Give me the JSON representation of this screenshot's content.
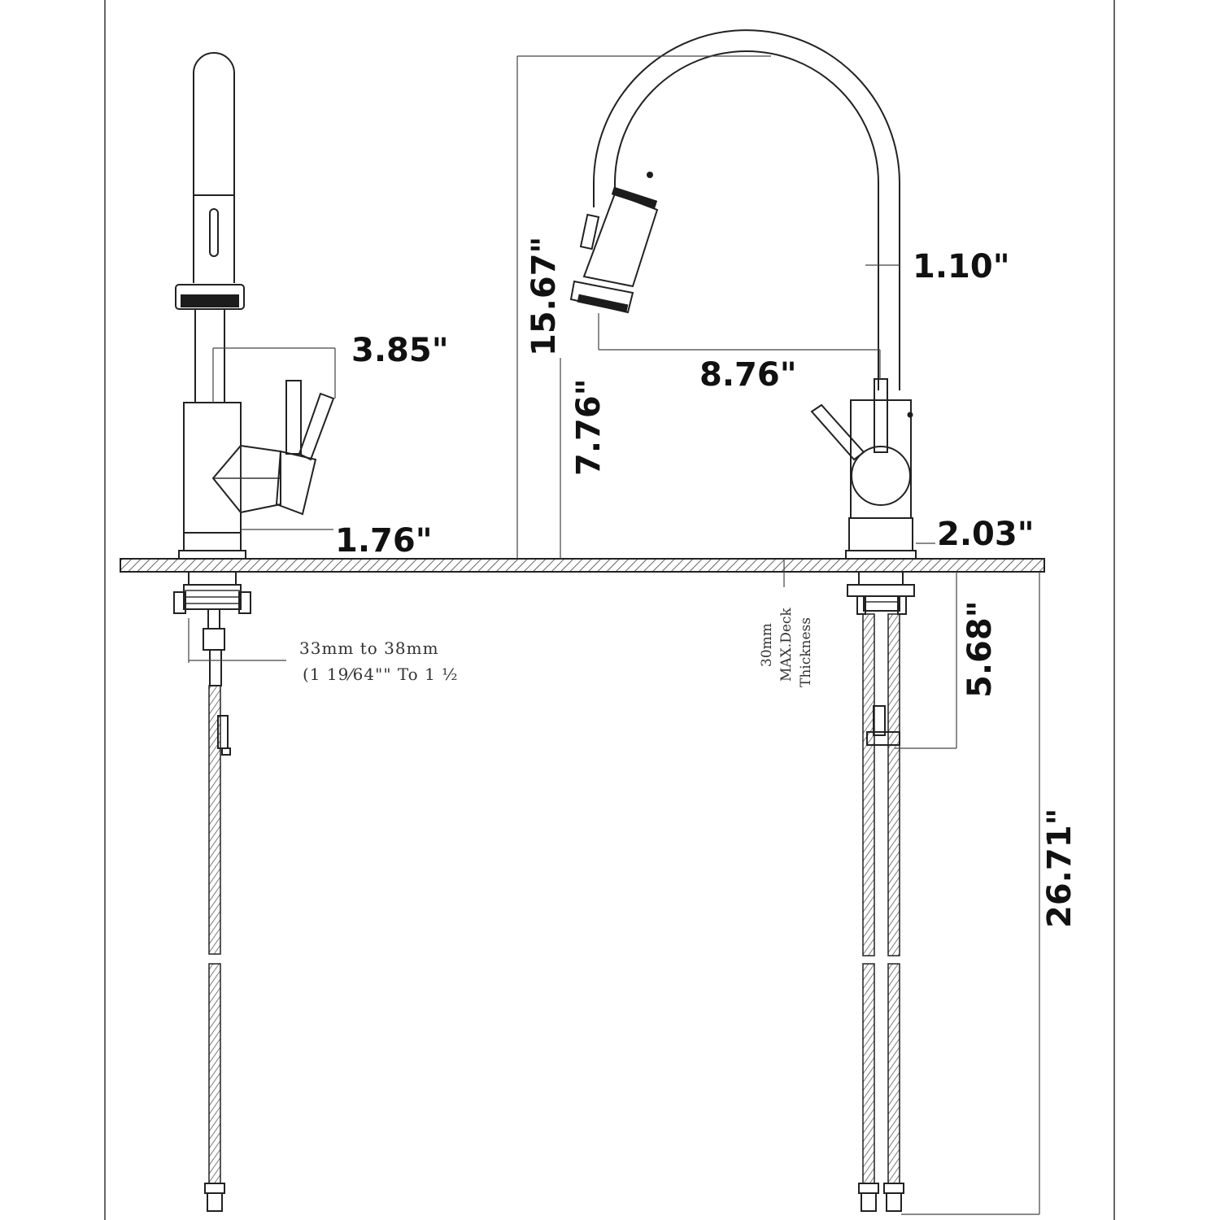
{
  "dimensions": {
    "d1": "3.85\"",
    "d2": "1.76\"",
    "d3": "15.67\"",
    "d4": "7.76\"",
    "d5": "8.76\"",
    "d6": "1.10\"",
    "d7": "2.03\"",
    "d8": "5.68\"",
    "d9": "26.71\""
  },
  "notes": {
    "hole_line1": "33mm to 38mm",
    "hole_line2": "(1 19⁄64\"\" To 1 ½",
    "deck_line1": "30mm",
    "deck_line2": "MAX.Deck",
    "deck_line3": "Thickness"
  },
  "colors": {
    "line": "#222222",
    "background": "#ffffff"
  }
}
